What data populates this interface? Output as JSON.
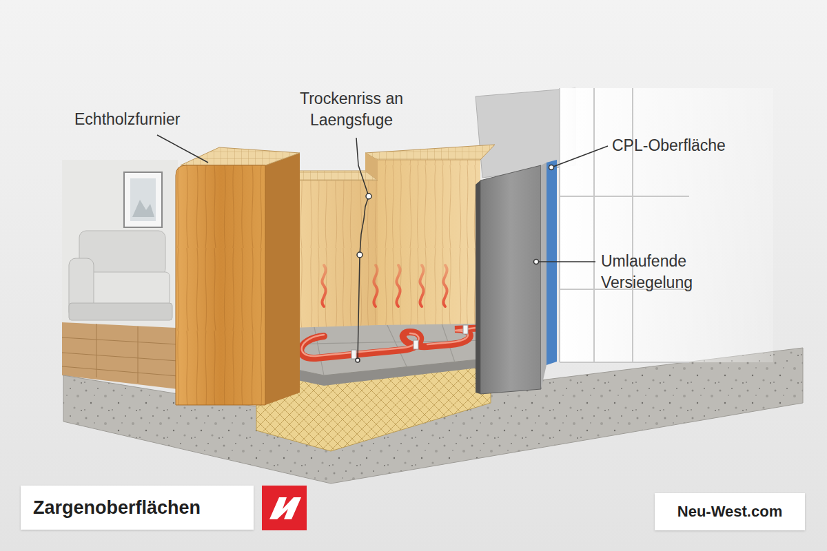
{
  "diagram": {
    "nodes": [
      {
        "text": [
          "Zargenoberflächen"
        ]
      },
      {
        "text": [
          "Neu-West.com"
        ]
      }
    ],
    "labels": [
      "Echtholzfurnier",
      "Trockenriss an Laengsfuge",
      "CPL-Oberfläche",
      "Umlaufende Versiegelung"
    ]
  }
}
